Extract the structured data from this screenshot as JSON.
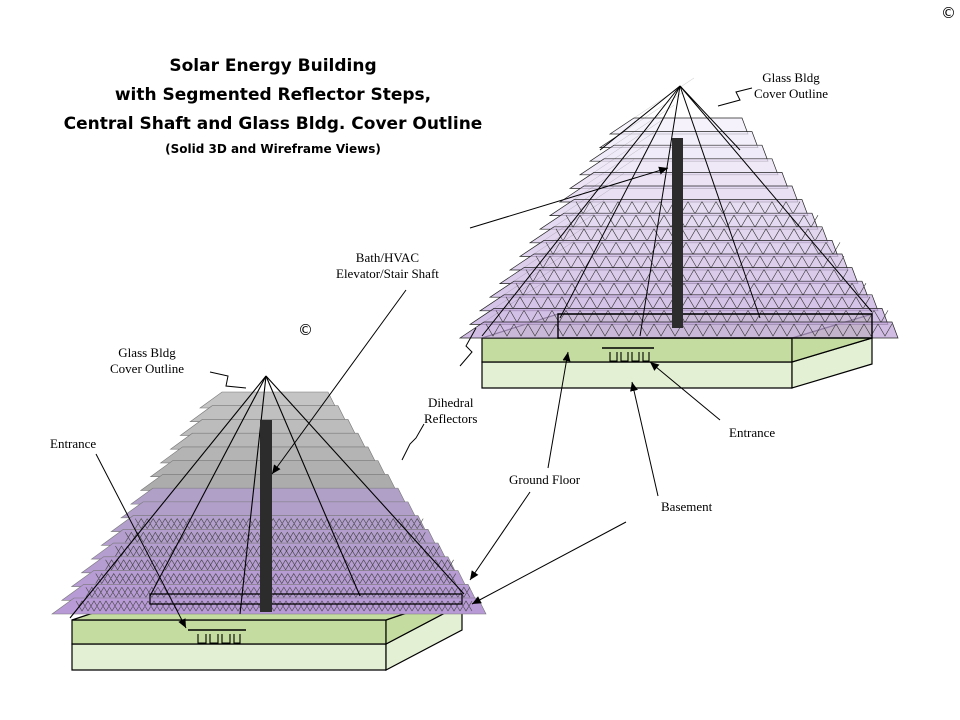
{
  "title": {
    "line1": "Solar Energy Building",
    "line2": "with Segmented Reflector Steps,",
    "line3": "Central Shaft and Glass Bldg. Cover Outline",
    "line4": "(Solid 3D and Wireframe Views)"
  },
  "copyright": "©",
  "labels": {
    "glass_cover_right": [
      "Glass Bldg",
      "Cover Outline"
    ],
    "glass_cover_left": [
      "Glass Bldg",
      "Cover Outline"
    ],
    "bath_hvac": [
      "Bath/HVAC",
      "Elevator/Stair Shaft"
    ],
    "dihedral": [
      "Dihedral",
      "Reflectors"
    ],
    "entrance_left": "Entrance",
    "entrance_right": "Entrance",
    "ground_floor": "Ground Floor",
    "basement": "Basement"
  },
  "colors": {
    "solid_gray": "#b0b0b0",
    "solid_purple": "#b89ad6",
    "wire_purple": "#d8c8f0",
    "base_green_light": "#e4f0d4",
    "base_green": "#c5dca0",
    "shaft": "#2c2c2c"
  }
}
